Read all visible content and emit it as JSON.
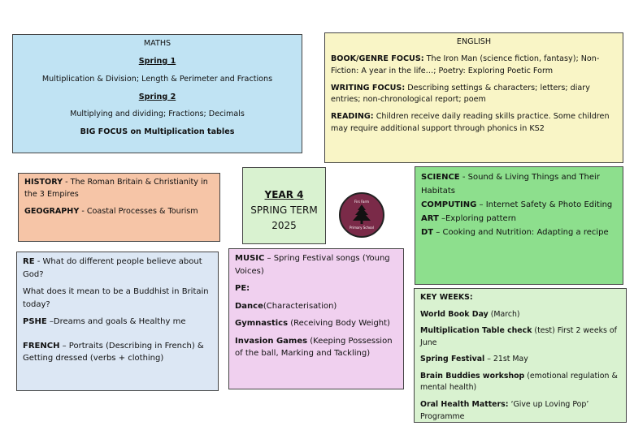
{
  "maths": {
    "title": "MATHS",
    "spring1": "Spring 1",
    "spring1_text": "Multiplication & Division; Length & Perimeter and Fractions",
    "spring2": "Spring 2",
    "spring2_text": "Multiplying and dividing; Fractions; Decimals",
    "big_focus": "BIG FOCUS on Multiplication tables"
  },
  "english": {
    "title": "ENGLISH",
    "book_label": "BOOK/GENRE FOCUS:",
    "book_text": " The Iron Man (science fiction, fantasy); Non-Fiction: A year in the life…; Poetry: Exploring Poetic Form",
    "writing_label": "WRITING FOCUS:",
    "writing_text": " Describing settings & characters; letters; diary entries; non-chronological report; poem",
    "reading_label": "READING:",
    "reading_text": " Children receive daily reading skills practice. Some children may require additional support through phonics in KS2"
  },
  "history": {
    "history_label": "HISTORY",
    "history_text": " - The Roman Britain & Christianity in the 3 Empires",
    "geography_label": "GEOGRAPHY",
    "geography_text": " - Coastal Processes & Tourism"
  },
  "title_box": {
    "year": "YEAR 4",
    "term": "SPRING TERM",
    "year_num": "2025"
  },
  "logo": {
    "top": "Firs Farm",
    "bottom": "Primary School"
  },
  "science": {
    "science_label": "SCIENCE",
    "science_text": " - Sound & Living Things and Their Habitats",
    "computing_label": "COMPUTING",
    "computing_text": " – Internet Safety & Photo Editing",
    "art_label": "ART",
    "art_text": " –Exploring pattern",
    "dt_label": "DT",
    "dt_text": " – Cooking and Nutrition: Adapting a recipe"
  },
  "re": {
    "re_label": "RE",
    "re_text": " - What do different people believe about God?",
    "q2": "What does it mean to be a Buddhist in Britain today?",
    "pshe_label": "PSHE",
    "pshe_text": " –Dreams and goals & Healthy me",
    "french_label": "FRENCH",
    "french_text": " – Portraits (Describing in French) & Getting dressed (verbs + clothing)"
  },
  "music": {
    "music_label": "MUSIC",
    "music_text": " – Spring Festival songs (Young Voices)",
    "pe_label": "PE:",
    "dance_label": "Dance",
    "dance_text": "(Characterisation)",
    "gym_label": "Gymnastics",
    "gym_text": " (Receiving Body Weight)",
    "inv_label": "Invasion Games",
    "inv_text": " (Keeping Possession of the ball, Marking and Tackling)"
  },
  "key_weeks": {
    "title": "KEY WEEKS:",
    "items": [
      {
        "label": "World Book Day",
        "text": " (March)"
      },
      {
        "label": "Multiplication Table check",
        "text": " (test) First 2 weeks of June"
      },
      {
        "label": "Spring Festival",
        "text": " – 21st May"
      },
      {
        "label": "Brain Buddies workshop",
        "text": " (emotional regulation & mental health)"
      },
      {
        "label": "Oral Health Matters:",
        "text": " ‘Give up Loving Pop’ Programme"
      }
    ]
  }
}
